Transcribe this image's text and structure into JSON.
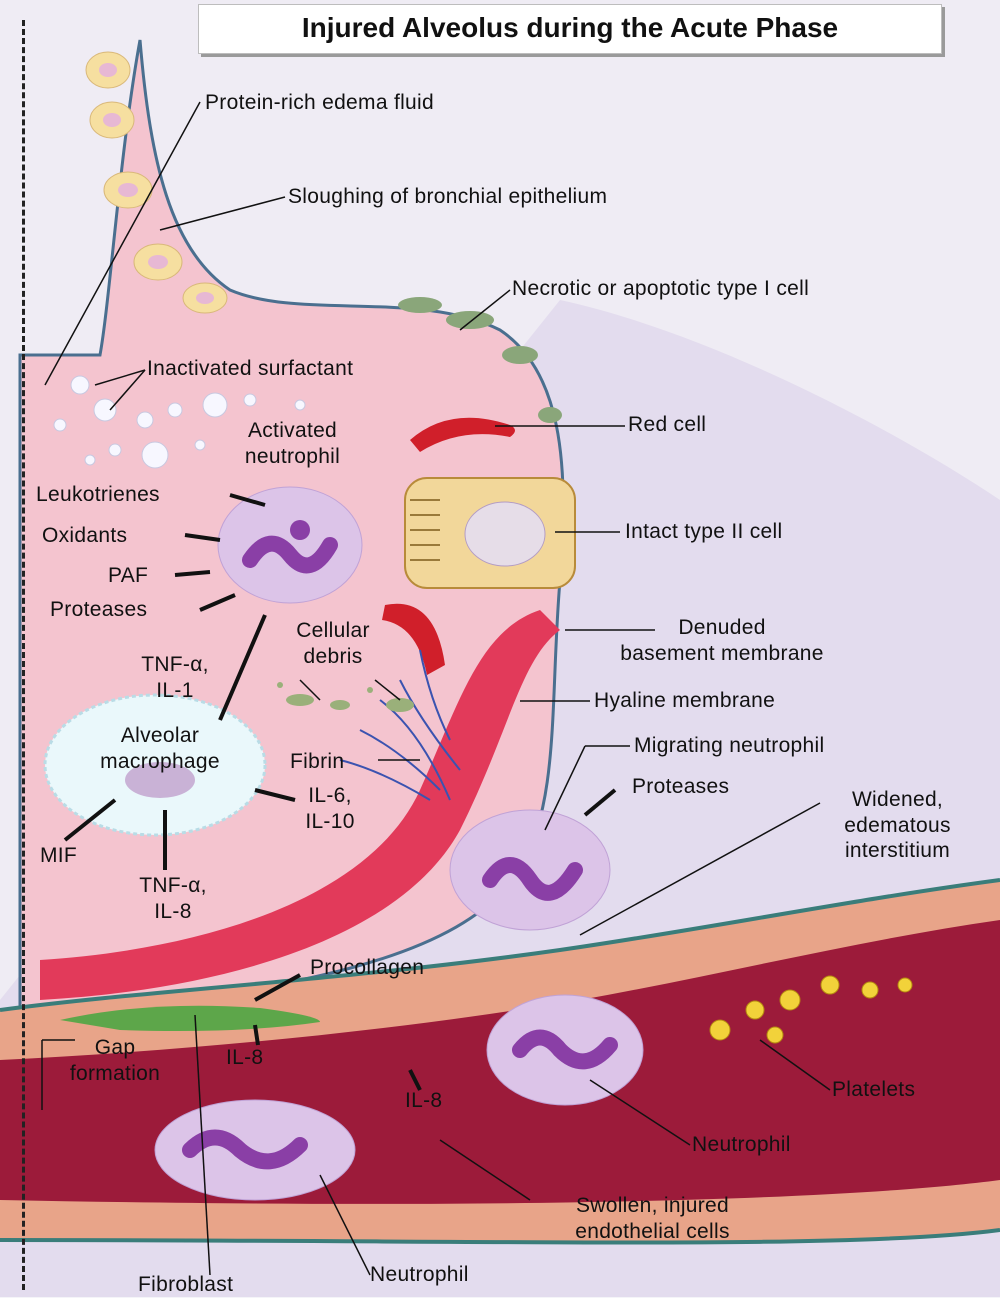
{
  "title": "Injured Alveolus during the Acute Phase",
  "labels": {
    "protein_edema": "Protein-rich edema fluid",
    "sloughing": "Sloughing of bronchial epithelium",
    "necrotic": "Necrotic or apoptotic type I cell",
    "inactivated_surfactant": "Inactivated surfactant",
    "activated_neutrophil_1": "Activated",
    "activated_neutrophil_2": "neutrophil",
    "red_cell": "Red cell",
    "leukotrienes": "Leukotrienes",
    "oxidants": "Oxidants",
    "paf": "PAF",
    "proteases_left": "Proteases",
    "intact_type2": "Intact type II cell",
    "cellular_debris_1": "Cellular",
    "cellular_debris_2": "debris",
    "denuded_1": "Denuded",
    "denuded_2": "basement membrane",
    "tnf_il1_1": "TNF-α,",
    "tnf_il1_2": "IL-1",
    "hyaline": "Hyaline membrane",
    "alveolar_macrophage_1": "Alveolar",
    "alveolar_macrophage_2": "macrophage",
    "fibrin": "Fibrin",
    "migrating_neutrophil": "Migrating neutrophil",
    "il6_il10_1": "IL-6,",
    "il6_il10_2": "IL-10",
    "proteases_right": "Proteases",
    "widened_1": "Widened,",
    "widened_2": "edematous",
    "widened_3": "interstitium",
    "mif": "MIF",
    "tnf_il8_1": "TNF-α,",
    "tnf_il8_2": "IL-8",
    "procollagen": "Procollagen",
    "gap_1": "Gap",
    "gap_2": "formation",
    "il8_a": "IL-8",
    "il8_b": "IL-8",
    "platelets": "Platelets",
    "neutrophil_vessel": "Neutrophil",
    "swollen_1": "Swollen, injured",
    "swollen_2": "endothelial cells",
    "fibroblast": "Fibroblast",
    "neutrophil_bottom": "Neutrophil"
  },
  "colors": {
    "alveolar_space": "#f3c6d0",
    "interstitium": "#ddd6ec",
    "hyaline": "#e23a5a",
    "vessel_lumen": "#9c1b3a",
    "endothelium": "#e8a489",
    "neutrophil": "#d9c2e6",
    "neutrophil_nucleus": "#8a3fa6",
    "macrophage": "#e9f7fa",
    "platelet": "#f2d23a",
    "fibroblast": "#5da64a"
  }
}
